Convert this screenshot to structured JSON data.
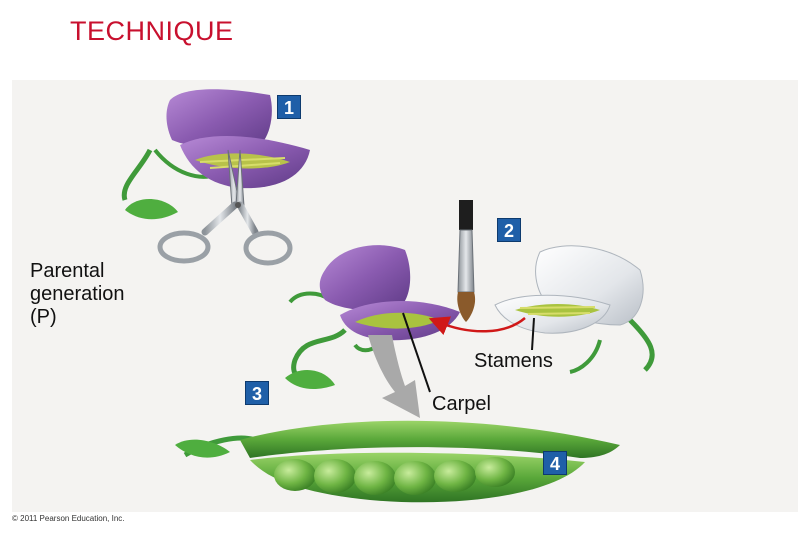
{
  "slide": {
    "title": "TECHNIQUE",
    "copyright": "© 2011 Pearson Education, Inc."
  },
  "labels": {
    "parental_line1": "Parental",
    "parental_line2": "generation",
    "parental_line3": "(P)",
    "stamens": "Stamens",
    "carpel": "Carpel"
  },
  "steps": [
    "1",
    "2",
    "3",
    "4"
  ],
  "colors": {
    "title": "#c8102e",
    "step_badge": "#1f5fa8",
    "purple_petal": "#8a5bb0",
    "white_petal": "#e6e8ec",
    "stem": "#3f9a3a",
    "pea": "#6fb544",
    "arrow": "#d01818"
  }
}
